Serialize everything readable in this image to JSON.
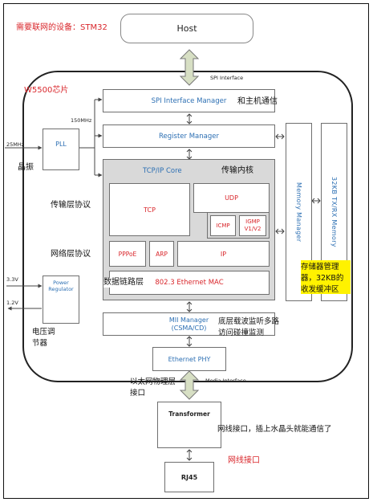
{
  "annotations": {
    "device_note": "需要联网的设备：STM32",
    "chip_name": "W5500芯片",
    "host_comm": "和主机通信",
    "crystal": "晶振",
    "transport_core": "传输内核",
    "transport_layer": "传输层协议",
    "network_layer": "网络层协议",
    "datalink_layer": "数据链路层",
    "memory_note": "存储器管理器，32KB的收发缓冲区",
    "voltage_reg": "电压调节器",
    "mii_note": "底层载波监听多路访问碰撞监测",
    "phy_note": "以太网物理层接口",
    "cable_note": "网线接口，插上水晶头就能通信了",
    "cable_port": "网线接口"
  },
  "blocks": {
    "host": "Host",
    "spi_manager": "SPI Interface Manager",
    "register_manager": "Register Manager",
    "tcpip_core": "TCP/IP Core",
    "tcp": "TCP",
    "udp": "UDP",
    "icmp": "ICMP",
    "igmp": "IGMP V1/V2",
    "pppoe": "PPPoE",
    "arp": "ARP",
    "ip": "IP",
    "mac": "802.3 Ethernet MAC",
    "mii_line1": "MII Manager",
    "mii_line2": "(CSMA/CD)",
    "phy": "Ethernet PHY",
    "memory_manager": "Memory Manager",
    "memory_32kb": "32KB TX/RX Memory",
    "pll": "PLL",
    "power_reg": "Power Regulator",
    "transformer": "Transformer",
    "rj45": "RJ45"
  },
  "signals": {
    "spi_interface": "SPI Interface",
    "media_interface": "Media Interface",
    "freq_150": "150MHz",
    "freq_25": "25MHz",
    "v33": "3.3V",
    "v12": "1.2V"
  }
}
